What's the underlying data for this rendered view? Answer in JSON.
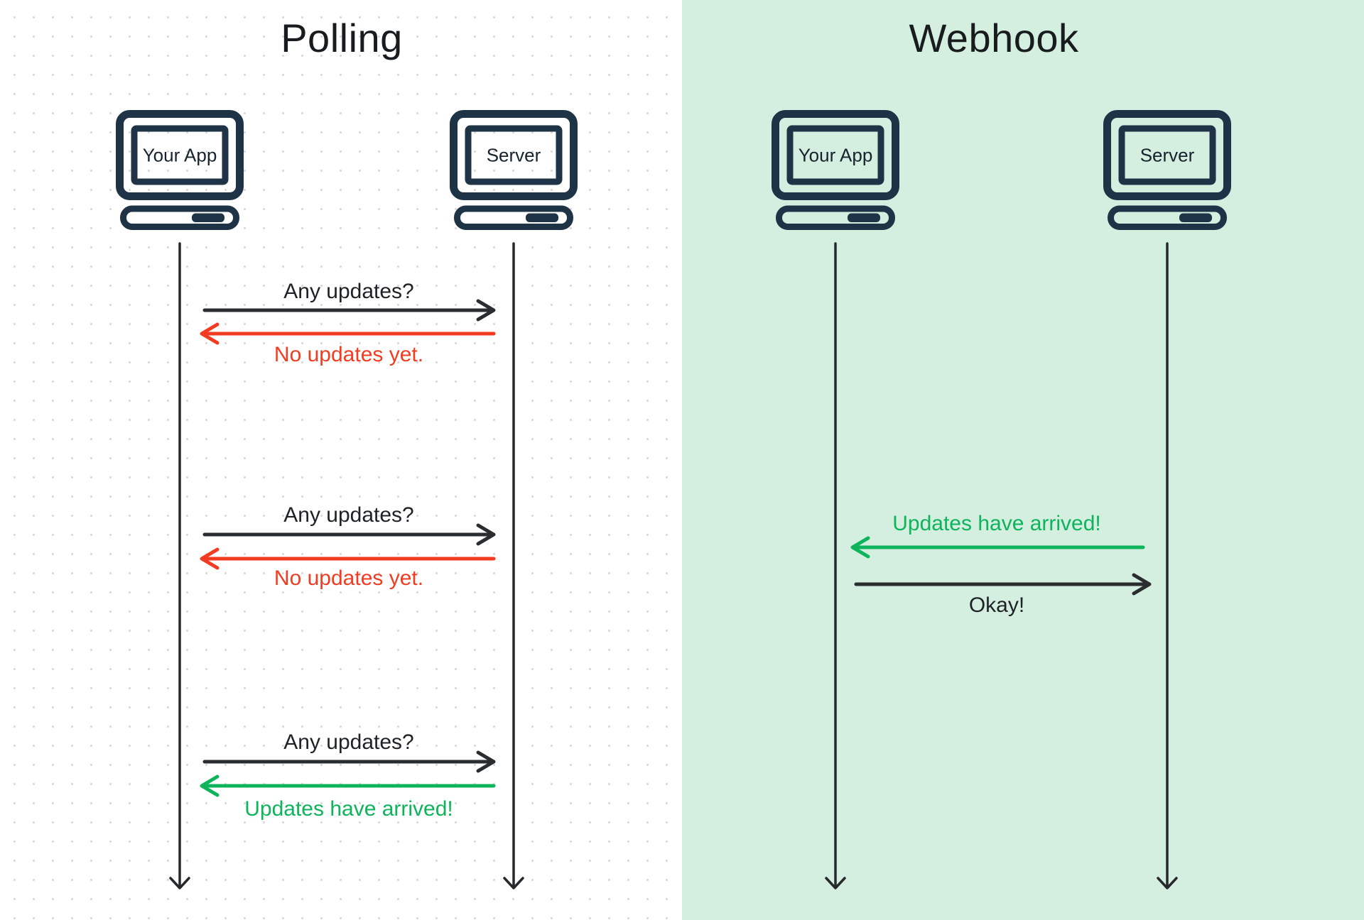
{
  "colors": {
    "computer_outline": "#1f3346",
    "message_line": "#2a2d30",
    "error_red": "#f23b20",
    "success_green": "#0db45b",
    "webhook_panel_bg": "#d4eee0",
    "polling_panel_bg": "#ffffff",
    "dot_grid": "#d7d7d7",
    "text_ink": "#1e2226"
  },
  "icons": {
    "actor": "computer-icon"
  },
  "panels": {
    "polling": {
      "title": "Polling",
      "actors": [
        {
          "label": "Your App"
        },
        {
          "label": "Server"
        }
      ],
      "exchanges": [
        {
          "request": "Any updates?",
          "request_direction": "app-to-server",
          "response": "No updates yet.",
          "response_direction": "server-to-app",
          "response_status": "error"
        },
        {
          "request": "Any updates?",
          "request_direction": "app-to-server",
          "response": "No updates yet.",
          "response_direction": "server-to-app",
          "response_status": "error"
        },
        {
          "request": "Any updates?",
          "request_direction": "app-to-server",
          "response": "Updates have arrived!",
          "response_direction": "server-to-app",
          "response_status": "success"
        }
      ]
    },
    "webhook": {
      "title": "Webhook",
      "actors": [
        {
          "label": "Your App"
        },
        {
          "label": "Server"
        }
      ],
      "messages": [
        {
          "text": "Updates have arrived!",
          "direction": "server-to-app",
          "status": "success"
        },
        {
          "text": "Okay!",
          "direction": "app-to-server",
          "status": "normal"
        }
      ]
    }
  }
}
